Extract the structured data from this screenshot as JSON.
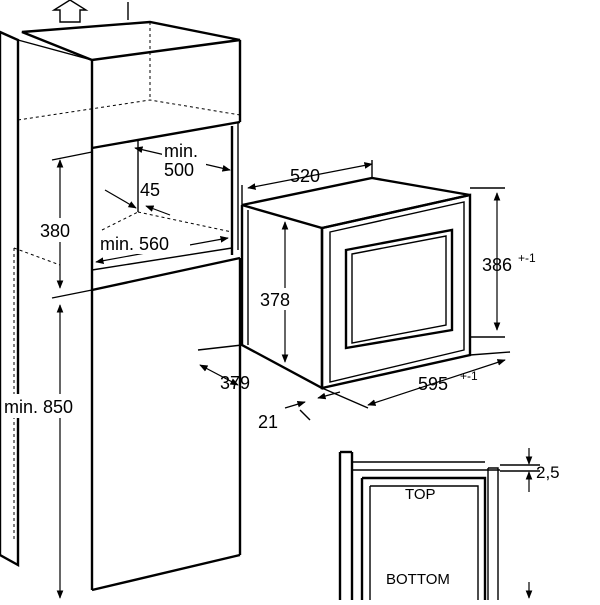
{
  "labels": {
    "cabinet_depth_min": "min.",
    "cabinet_depth_value": "500",
    "offset_45": "45",
    "niche_height": "380",
    "niche_width_min": "min. 560",
    "floor_height_min": "min. 850",
    "oven_depth": "520",
    "oven_body_height": "378",
    "front_height": "386",
    "front_height_tol": "+-1",
    "body_width": "379",
    "front_width": "595",
    "front_width_tol": "+-1",
    "front_thickness": "21",
    "gap": "2,5",
    "top": "TOP",
    "bottom": "BOTTOM"
  }
}
